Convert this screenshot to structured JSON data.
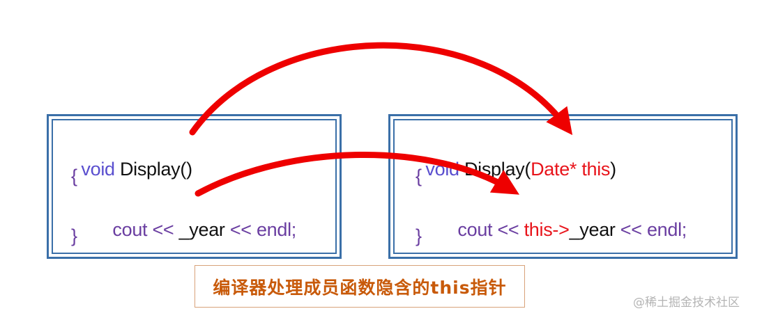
{
  "left_code": {
    "line1": {
      "kw": "void",
      "rest": " Display()"
    },
    "line2": "{",
    "line3": {
      "a": "cout << ",
      "b": "_year",
      "c": " << endl;"
    },
    "line4": "}"
  },
  "right_code": {
    "line1": {
      "kw": "void",
      "mid": " Display(",
      "param": "Date* this",
      "close": ")"
    },
    "line2": "{",
    "line3": {
      "a": "cout << ",
      "b": "this->",
      "c": "_year",
      "d": " << endl;"
    },
    "line4": "}"
  },
  "caption": "编译器处理成员函数隐含的this指针",
  "watermark": "@稀土掘金技术社区",
  "colors": {
    "keyword": "#5a4fcf",
    "brace": "#6a3ea1",
    "highlight": "#e8141b",
    "box_border": "#3a6fa8",
    "caption_text": "#c85a0a"
  }
}
